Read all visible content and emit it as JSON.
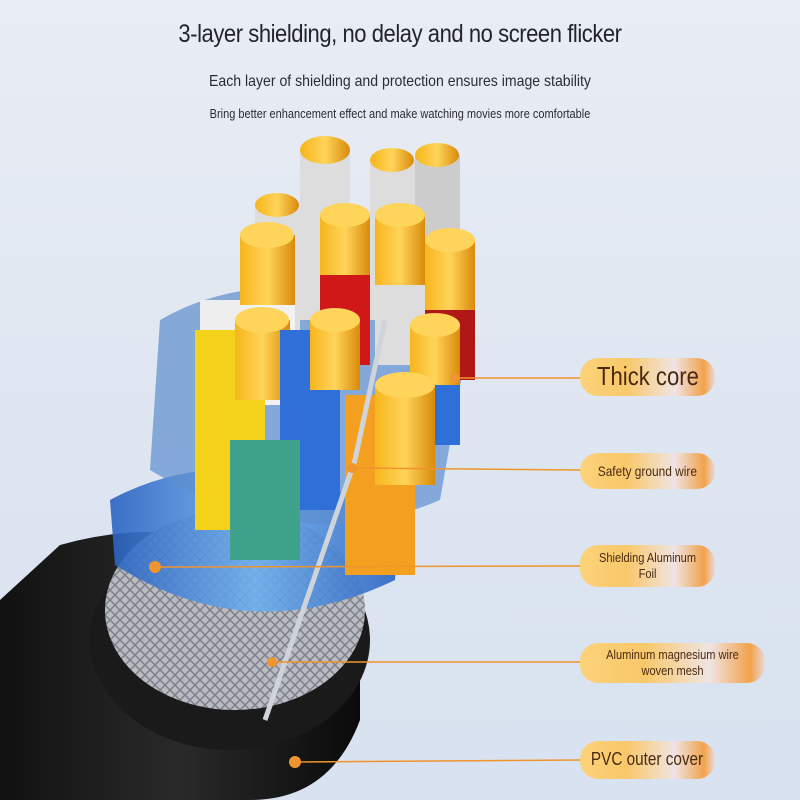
{
  "header": {
    "title": "3-layer shielding, no delay and no screen flicker",
    "subtitle": "Each layer of shielding and protection ensures image stability",
    "subtitle2": "Bring better enhancement effect and make watching movies more comfortable"
  },
  "labels": [
    {
      "text": "Thick core"
    },
    {
      "text": "Safety ground wire"
    },
    {
      "text": "Shielding Aluminum Foil"
    },
    {
      "text": "Aluminum magnesium wire woven mesh"
    },
    {
      "text": "PVC outer cover"
    }
  ],
  "colors": {
    "accent": "#f0942e",
    "label_text": "#4a2a10",
    "foil": "#3a7fd6"
  }
}
